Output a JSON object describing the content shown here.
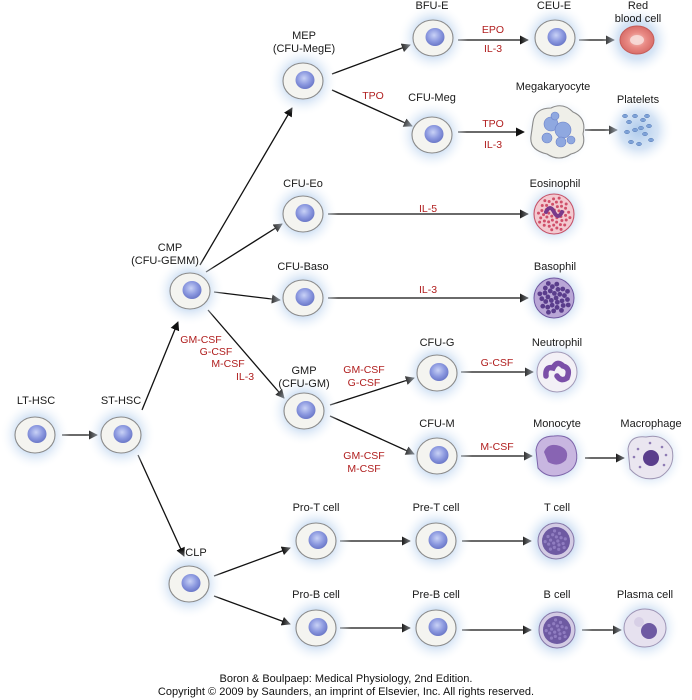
{
  "cells": {
    "lt_hsc": "LT-HSC",
    "st_hsc": "ST-HSC",
    "cmp": "CMP",
    "cmp_alt": "(CFU-GEMM)",
    "mep": "MEP",
    "mep_alt": "(CFU-MegE)",
    "bfu_e": "BFU-E",
    "ceu_e": "CEU-E",
    "rbc_1": "Red",
    "rbc_2": "blood cell",
    "cfu_meg": "CFU-Meg",
    "megakaryocyte": "Megakaryocyte",
    "platelets": "Platelets",
    "cfu_eo": "CFU-Eo",
    "eosinophil": "Eosinophil",
    "cfu_baso": "CFU-Baso",
    "basophil": "Basophil",
    "gmp": "GMP",
    "gmp_alt": "(CFU-GM)",
    "cfu_g": "CFU-G",
    "neutrophil": "Neutrophil",
    "cfu_m": "CFU-M",
    "monocyte": "Monocyte",
    "macrophage": "Macrophage",
    "clp": "CLP",
    "pro_t": "Pro-T cell",
    "pre_t": "Pre-T cell",
    "t_cell": "T cell",
    "pro_b": "Pro-B cell",
    "pre_b": "Pre-B cell",
    "b_cell": "B cell",
    "plasma_cell": "Plasma cell"
  },
  "factors": {
    "epo": "EPO",
    "il3_e": "IL-3",
    "tpo_mep": "TPO",
    "tpo_meg": "TPO",
    "il3_meg": "IL-3",
    "il5": "IL-5",
    "il3_baso": "IL-3",
    "gmcsf_cmp": "GM-CSF",
    "gcsf_cmp": "G-CSF",
    "mcsf_cmp": "M-CSF",
    "il3_cmp": "IL-3",
    "gmcsf_g": "GM-CSF",
    "gcsf_g_a": "G-CSF",
    "gcsf_g_b": "G-CSF",
    "gmcsf_m": "GM-CSF",
    "mcsf_m_a": "M-CSF",
    "mcsf_m_b": "M-CSF"
  },
  "footer": {
    "line1": "Boron & Boulpaep: Medical Physiology, 2nd Edition.",
    "line2": "Copyright © 2009 by Saunders, an imprint of Elsevier, Inc. All rights reserved."
  },
  "colors": {
    "halo": "#cfe0f4",
    "cell_fill": "#f4f4f0",
    "nucleus": "#7f8fd8",
    "eosinophil": "#d0506a",
    "basophil": "#5a3d8c",
    "monocyte": "#8560b0",
    "rbc": "#e88a86",
    "factor": "#b01e1e"
  }
}
